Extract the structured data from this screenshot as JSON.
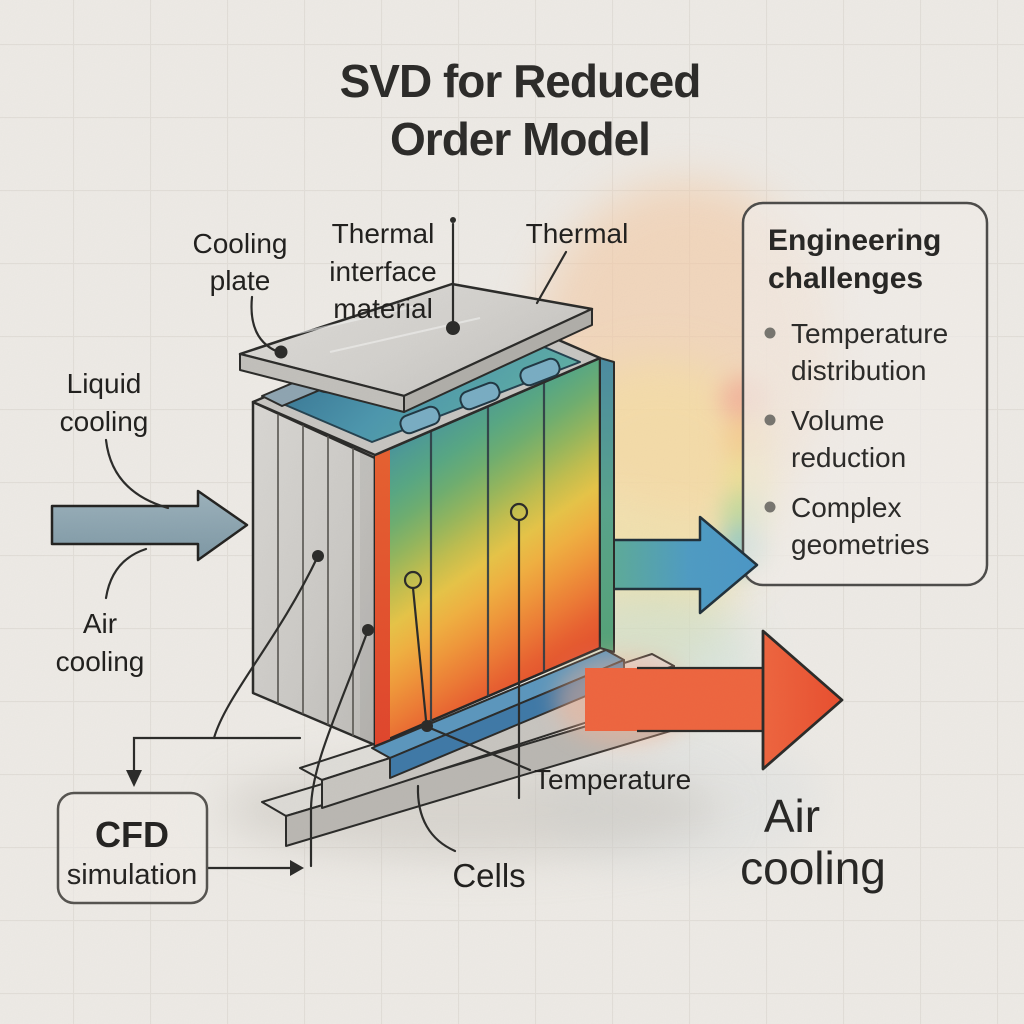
{
  "title": {
    "line1": "SVD for Reduced",
    "line2": "Order Model"
  },
  "labels": {
    "cooling_plate": {
      "line1": "Cooling",
      "line2": "plate"
    },
    "thermal_interface": {
      "line1": "Thermal",
      "line2": "interface",
      "line3": "material"
    },
    "thermal": "Thermal",
    "liquid_cooling": {
      "line1": "Liquid",
      "line2": "cooling"
    },
    "air_cooling_left": {
      "line1": "Air",
      "line2": "cooling"
    },
    "temperature": "Temperature",
    "cells": "Cells",
    "air_cooling_right": {
      "line1": "Air",
      "line2": "cooling"
    }
  },
  "cfd_box": {
    "line1": "CFD",
    "line2": "simulation"
  },
  "challenges_panel": {
    "title_line1": "Engineering",
    "title_line2": "challenges",
    "bullets": [
      {
        "line1": "Temperature",
        "line2": "distribution"
      },
      {
        "line1": "Volume",
        "line2": "reduction"
      },
      {
        "line1": "Complex",
        "line2": "geometries"
      }
    ]
  },
  "colors": {
    "background": "#EFECE7",
    "grid_line": "#E3DFD9",
    "ink": "#2A2A28",
    "liquid_arrow": "#8EA7B2",
    "air_out_arrow_blue": "#4B97C7",
    "air_out_arrow_red": "#EE5B38",
    "heat_cold": "#3F7FA7",
    "heat_hot": "#E2452B"
  }
}
